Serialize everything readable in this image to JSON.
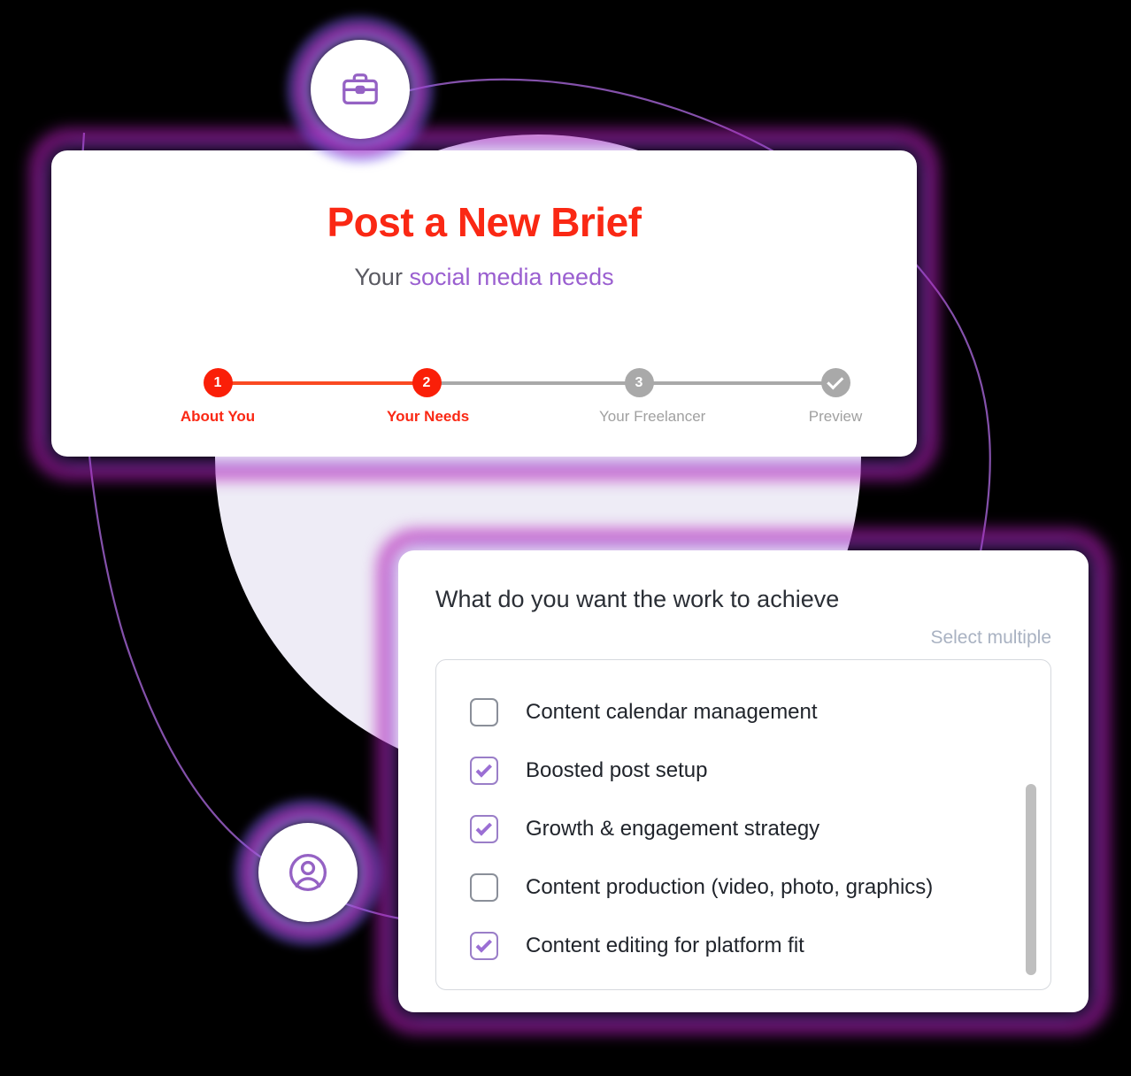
{
  "theme": {
    "accent_red": "#fa2814",
    "accent_purple": "#9a5fd0",
    "checkbox_purple": "#9b6fd4",
    "muted_gray": "#a0a0a0",
    "hint_gray": "#a9b2c2",
    "card_background": "#ffffff",
    "page_background": "#000000",
    "backdrop_circle": "#eeecf6",
    "glow_magenta": "#b21eba"
  },
  "header": {
    "title": "Post a New Brief",
    "subtitle_prefix": "Your ",
    "subtitle_accent": "social media needs",
    "brief_icon": "briefcase-icon",
    "user_icon": "user-avatar-icon"
  },
  "stepper": {
    "steps": [
      {
        "number": "1",
        "label": "About You",
        "state": "active"
      },
      {
        "number": "2",
        "label": "Your Needs",
        "state": "active"
      },
      {
        "number": "3",
        "label": "Your Freelancer",
        "state": "idle"
      },
      {
        "number": "✓",
        "label": "Preview",
        "state": "idle",
        "icon": "check-icon"
      }
    ]
  },
  "needs_panel": {
    "question": "What do you want the work to achieve",
    "hint": "Select multiple",
    "options": [
      {
        "label": "Content calendar management",
        "checked": false
      },
      {
        "label": "Boosted post setup",
        "checked": true
      },
      {
        "label": "Growth & engagement strategy",
        "checked": true
      },
      {
        "label": "Content production (video, photo, graphics)",
        "checked": false
      },
      {
        "label": "Content editing for platform fit",
        "checked": true
      }
    ],
    "scrollbar": {
      "name": "options-scrollbar",
      "position_pct": 38
    }
  }
}
